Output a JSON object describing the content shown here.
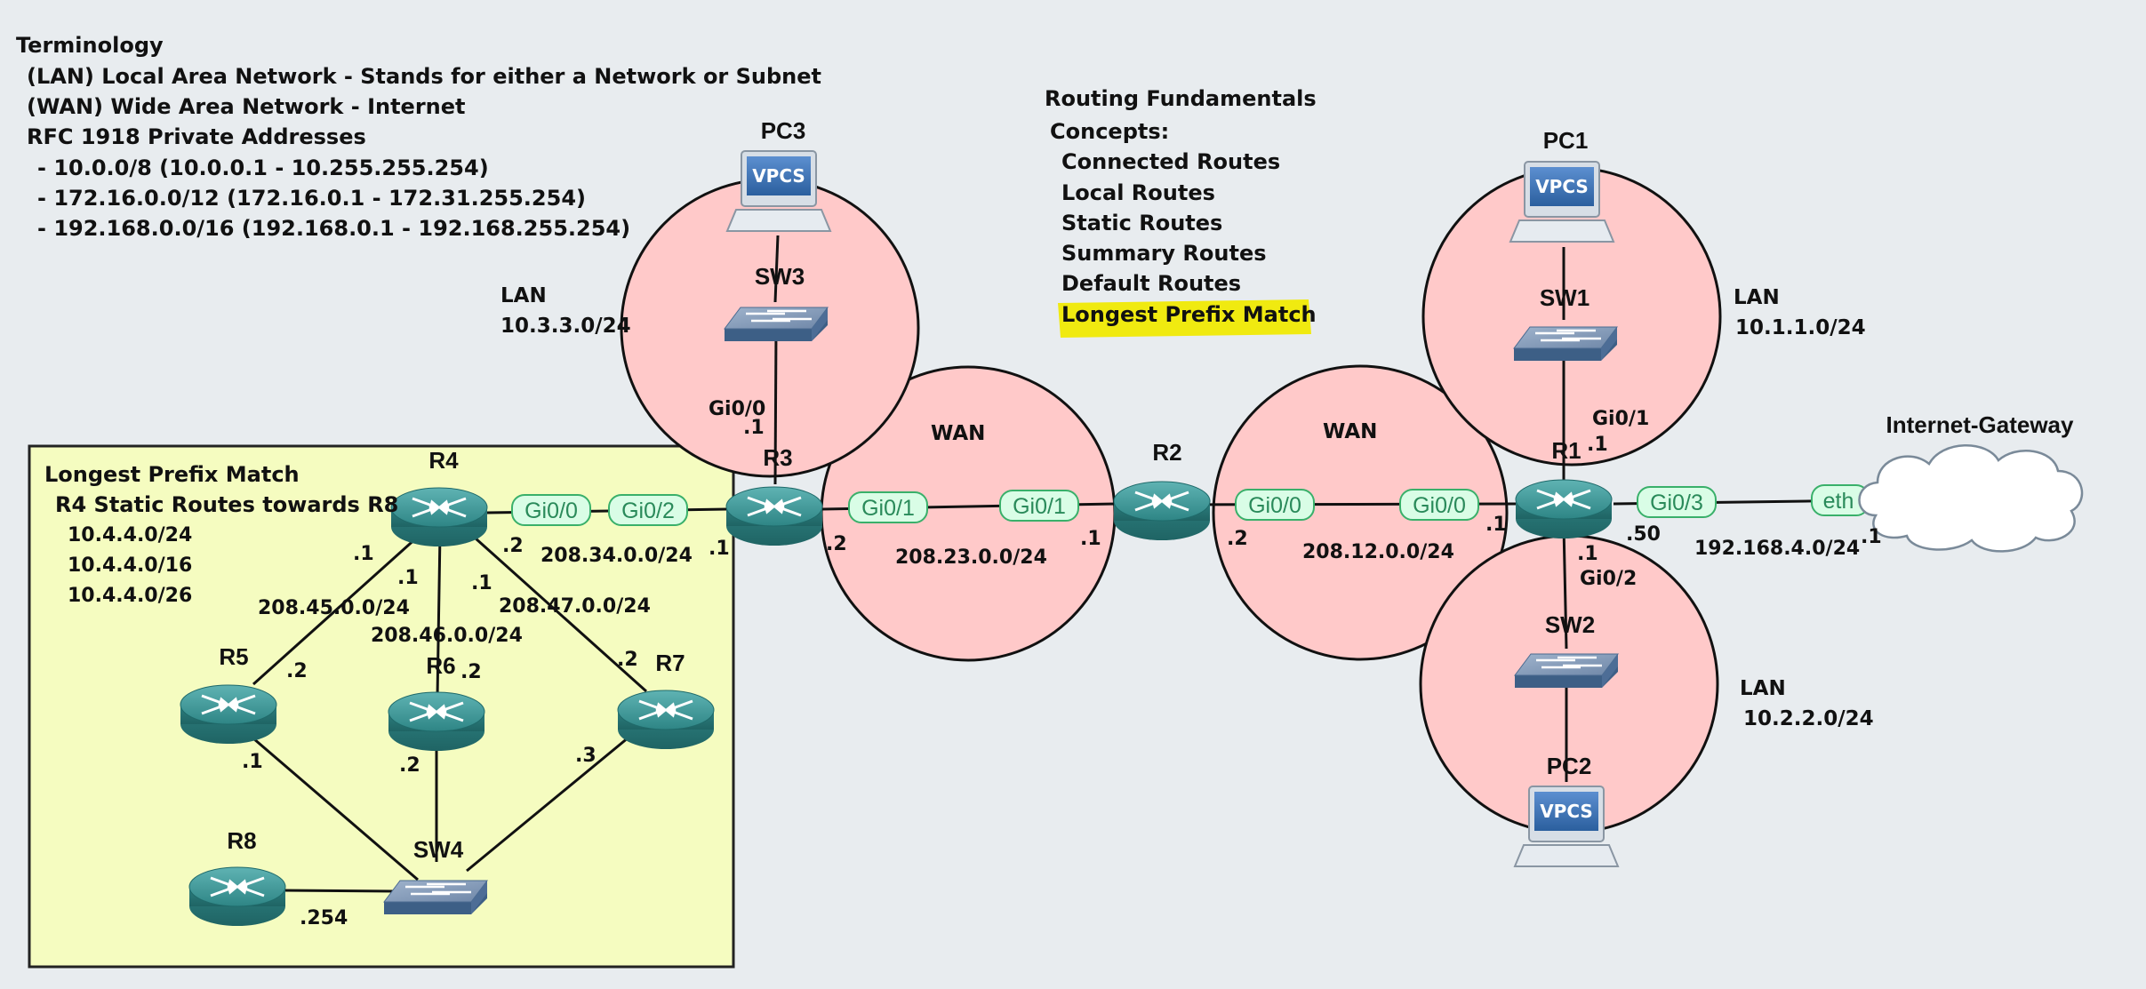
{
  "terminology": {
    "title": "Terminology",
    "lines": [
      "(LAN) Local Area Network - Stands for either a Network or Subnet",
      "(WAN) Wide Area Network - Internet",
      "RFC 1918 Private Addresses",
      "- 10.0.0/8 (10.0.0.1 - 10.255.255.254)",
      "- 172.16.0.0/12 (172.16.0.1 - 172.31.255.254)",
      "- 192.168.0.0/16 (192.168.0.1 - 192.168.255.254)"
    ]
  },
  "routing": {
    "title": "Routing Fundamentals",
    "concepts_label": "Concepts:",
    "concepts": [
      "Connected Routes",
      "Local Routes",
      "Static Routes",
      "Summary Routes",
      "Default Routes"
    ],
    "highlight": "Longest Prefix Match"
  },
  "lpm_box": {
    "title": "Longest Prefix Match",
    "subtitle": "R4 Static Routes towards R8",
    "routes": [
      "10.4.4.0/24",
      "10.4.4.0/16",
      "10.4.4.0/26"
    ]
  },
  "devices": {
    "pc1": "PC1",
    "pc2": "PC2",
    "pc3": "PC3",
    "sw1": "SW1",
    "sw2": "SW2",
    "sw3": "SW3",
    "sw4": "SW4",
    "r1": "R1",
    "r2": "R2",
    "r3": "R3",
    "r4": "R4",
    "r5": "R5",
    "r6": "R6",
    "r7": "R7",
    "r8": "R8",
    "internet": "Internet-Gateway",
    "vpcs": "VPCS"
  },
  "zones": {
    "lan3_a": "LAN",
    "lan3_b": "10.3.3.0/24",
    "lan1_a": "LAN",
    "lan1_b": "10.1.1.0/24",
    "lan2_a": "LAN",
    "lan2_b": "10.2.2.0/24",
    "wan_left": "WAN",
    "wan_right": "WAN"
  },
  "interfaces": {
    "r4_gi00": "Gi0/0",
    "r3_gi02": "Gi0/2",
    "r3_gi01": "Gi0/1",
    "r2_gi01": "Gi0/1",
    "r2_gi00": "Gi0/0",
    "r1_gi00": "Gi0/0",
    "r1_gi03": "Gi0/3",
    "inet_eth": "eth",
    "r3_gi00_text": "Gi0/0",
    "r1_gi01_text": "Gi0/1",
    "r1_gi02_text": "Gi0/2"
  },
  "networks": {
    "n208_34": "208.34.0.0/24",
    "n208_23": "208.23.0.0/24",
    "n208_12": "208.12.0.0/24",
    "n192_168_4": "192.168.4.0/24",
    "n208_45": "208.45.0.0/24",
    "n208_46": "208.46.0.0/24",
    "n208_47": "208.47.0.0/24"
  },
  "host_ids": {
    "r3_gi00": ".1",
    "r3_gi02": ".1",
    "r3_gi01": ".2",
    "r4_right": ".2",
    "r2_left": ".1",
    "r2_right": ".2",
    "r1_left": ".1",
    "r1_top": ".1",
    "r1_bottom": ".1",
    "r1_right": ".50",
    "inet": ".1",
    "r4_r5": ".1",
    "r4_r6": ".1",
    "r4_r7": ".1",
    "r5_r4": ".2",
    "r6_r4": ".2",
    "r7_r4": ".2",
    "r5_sw4": ".1",
    "r6_sw4": ".2",
    "r7_sw4": ".3",
    "r8_sw4": ".254"
  },
  "colors": {
    "background": "#e8ecef",
    "zone_fill": "#ffc9c9",
    "lpm_box_fill": "#f5fcc0",
    "highlight": "#f0ea10",
    "router": "#2f8a8a",
    "iface_text": "#2a8a5a"
  }
}
